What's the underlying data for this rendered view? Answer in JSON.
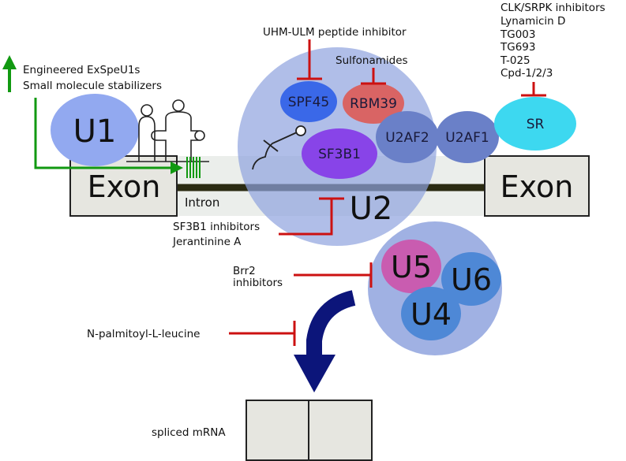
{
  "colors": {
    "inhibitor": "#cc1111",
    "activator": "#119911",
    "intron_line": "#2b2b12",
    "exon_fill": "#e6e6e0",
    "u2_complex": "#8fa3de",
    "u456_complex": "#8fa3de",
    "u1": "#92a9f0",
    "spf45": "#3a68e8",
    "rbm39": "#d96464",
    "sf3b1": "#8844e8",
    "u2af": "#6a80c8",
    "sr": "#3dd8f0",
    "u5": "#c95cb0",
    "u6_u4": "#4e88d6",
    "arrow": "#0c157a"
  },
  "labels": {
    "exon_left": "Exon",
    "exon_right": "Exon",
    "intron": "Intron",
    "u1": "U1",
    "u2": "U2",
    "u4": "U4",
    "u5": "U5",
    "u6": "U6",
    "spf45": "SPF45",
    "rbm39": "RBM39",
    "sf3b1": "SF3B1",
    "u2af2": "U2AF2",
    "u2af1": "U2AF1",
    "sr": "SR"
  },
  "modulators": {
    "uhm_ulm": "UHM-ULM peptide inhibitor",
    "sulfonamides": "Sulfonamides",
    "clk_srpk": [
      "CLK/SRPK inhibitors",
      "Lynamicin D",
      "TG003",
      "TG693",
      "T-025",
      "Cpd-1/2/3"
    ],
    "u1_stabilizers": [
      "Engineered ExSpeU1s",
      "Small molecule stabilizers"
    ],
    "sf3b1_inhibitors": [
      "SF3B1 inhibitors",
      "Jerantinine A"
    ],
    "brr2": [
      "Brr2",
      "inhibitors"
    ],
    "palmitoyl": "N-palmitoyl-L-leucine"
  },
  "product": {
    "label": "spliced mRNA"
  }
}
